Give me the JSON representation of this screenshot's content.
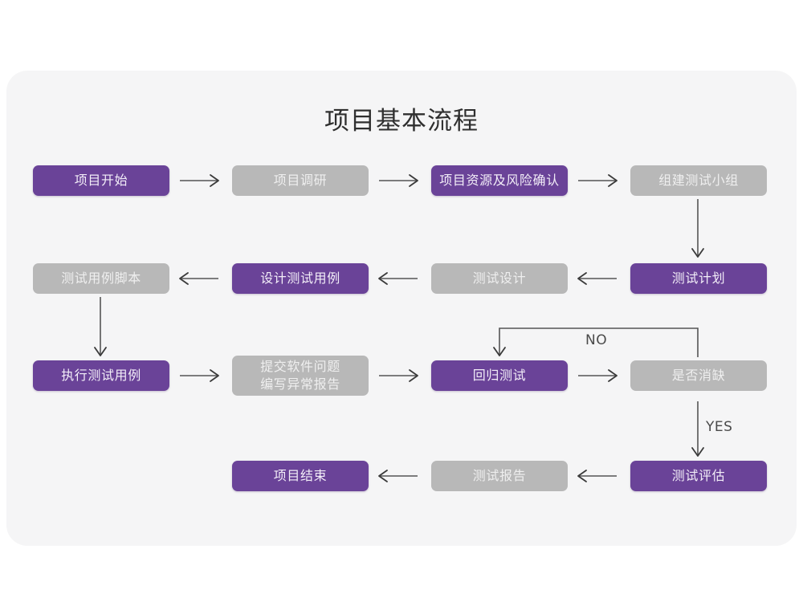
{
  "title": "项目基本流程",
  "colors": {
    "page_background": "#ffffff",
    "board_background": "#f5f5f6",
    "node_purple": "#6a4398",
    "node_gray": "#b8b8b8",
    "purple_text": "#f3eef8",
    "gray_text": "#efefef",
    "connector": "#555555",
    "title_text": "#2f2f2f",
    "label_text": "#4a4a4a"
  },
  "nodes": [
    {
      "id": "n1",
      "label": "项目开始",
      "style": "purple",
      "row": 1,
      "col": 1
    },
    {
      "id": "n2",
      "label": "项目调研",
      "style": "gray",
      "row": 1,
      "col": 2
    },
    {
      "id": "n3",
      "label": "项目资源及风险确认",
      "style": "purple",
      "row": 1,
      "col": 3
    },
    {
      "id": "n4",
      "label": "组建测试小组",
      "style": "gray",
      "row": 1,
      "col": 4
    },
    {
      "id": "n5",
      "label": "测试用例脚本",
      "style": "gray",
      "row": 2,
      "col": 1
    },
    {
      "id": "n6",
      "label": "设计测试用例",
      "style": "purple",
      "row": 2,
      "col": 2
    },
    {
      "id": "n7",
      "label": "测试设计",
      "style": "gray",
      "row": 2,
      "col": 3
    },
    {
      "id": "n8",
      "label": "测试计划",
      "style": "purple",
      "row": 2,
      "col": 4
    },
    {
      "id": "n9",
      "label": "执行测试用例",
      "style": "purple",
      "row": 3,
      "col": 1
    },
    {
      "id": "n10",
      "label": "提交软件问题\n编写异常报告",
      "style": "gray",
      "row": 3,
      "col": 2
    },
    {
      "id": "n11",
      "label": "回归测试",
      "style": "purple",
      "row": 3,
      "col": 3
    },
    {
      "id": "n12",
      "label": "是否消缺",
      "style": "gray",
      "row": 3,
      "col": 4
    },
    {
      "id": "n13",
      "label": "项目结束",
      "style": "purple",
      "row": 4,
      "col": 2
    },
    {
      "id": "n14",
      "label": "测试报告",
      "style": "gray",
      "row": 4,
      "col": 3
    },
    {
      "id": "n15",
      "label": "测试评估",
      "style": "purple",
      "row": 4,
      "col": 4
    }
  ],
  "edge_labels": [
    {
      "id": "no-label",
      "text": "NO"
    },
    {
      "id": "yes-label",
      "text": "YES"
    }
  ],
  "edges": [
    {
      "from": "n1",
      "to": "n2",
      "direction": "right"
    },
    {
      "from": "n2",
      "to": "n3",
      "direction": "right"
    },
    {
      "from": "n3",
      "to": "n4",
      "direction": "right"
    },
    {
      "from": "n4",
      "to": "n8",
      "direction": "down"
    },
    {
      "from": "n8",
      "to": "n7",
      "direction": "left"
    },
    {
      "from": "n7",
      "to": "n6",
      "direction": "left"
    },
    {
      "from": "n6",
      "to": "n5",
      "direction": "left"
    },
    {
      "from": "n5",
      "to": "n9",
      "direction": "down"
    },
    {
      "from": "n9",
      "to": "n10",
      "direction": "right"
    },
    {
      "from": "n10",
      "to": "n11",
      "direction": "right"
    },
    {
      "from": "n11",
      "to": "n12",
      "direction": "right"
    },
    {
      "from": "n12",
      "to": "n11",
      "direction": "loop-up-left-down",
      "label": "NO"
    },
    {
      "from": "n12",
      "to": "n15",
      "direction": "down",
      "label": "YES"
    },
    {
      "from": "n15",
      "to": "n14",
      "direction": "left"
    },
    {
      "from": "n14",
      "to": "n13",
      "direction": "left"
    }
  ]
}
